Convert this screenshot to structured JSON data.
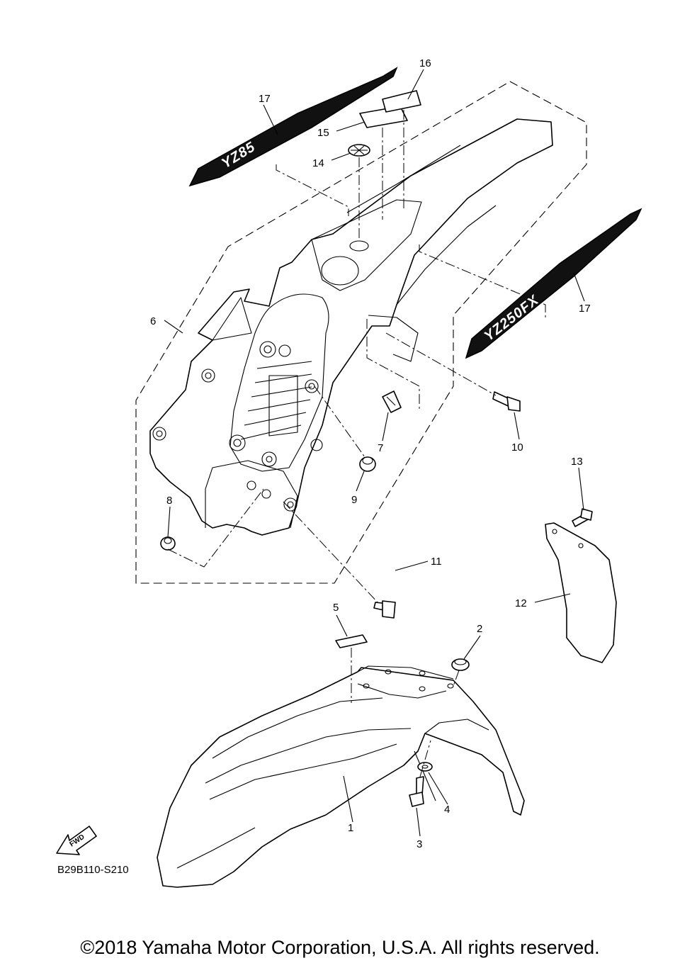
{
  "diagram": {
    "callouts": [
      "1",
      "2",
      "3",
      "4",
      "5",
      "6",
      "7",
      "8",
      "9",
      "10",
      "11",
      "12",
      "13",
      "14",
      "15",
      "16",
      "17",
      "17"
    ],
    "decal_text_left": "YZ85",
    "decal_text_right": "YZ250FX",
    "fwd_label": "FWD",
    "code": "B29B110-S210"
  },
  "footer": {
    "copyright": "©2018 Yamaha Motor Corporation, U.S.A. All rights reserved."
  }
}
